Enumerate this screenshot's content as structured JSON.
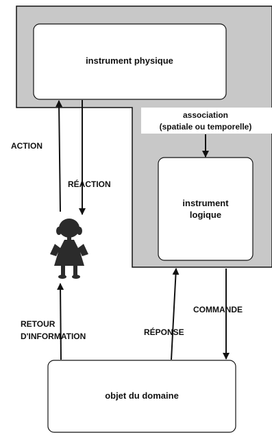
{
  "colors": {
    "panel_fill": "#c8c8c8",
    "box_fill": "#ffffff",
    "stroke": "#111111",
    "figure": "#2b2b2b"
  },
  "boxes": {
    "instrument_physique": "instrument physique",
    "instrument_logique_line1": "instrument",
    "instrument_logique_line2": "logique",
    "objet_du_domaine": "objet du domaine"
  },
  "labels": {
    "association_line1": "association",
    "association_line2": "(spatiale ou temporelle)",
    "action": "ACTION",
    "reaction": "RÉACTION",
    "retour_line1": "RETOUR",
    "retour_line2": "D'INFORMATION",
    "reponse": "RÉPONSE",
    "commande": "COMMANDE"
  },
  "icons": {
    "user": "person-icon"
  }
}
